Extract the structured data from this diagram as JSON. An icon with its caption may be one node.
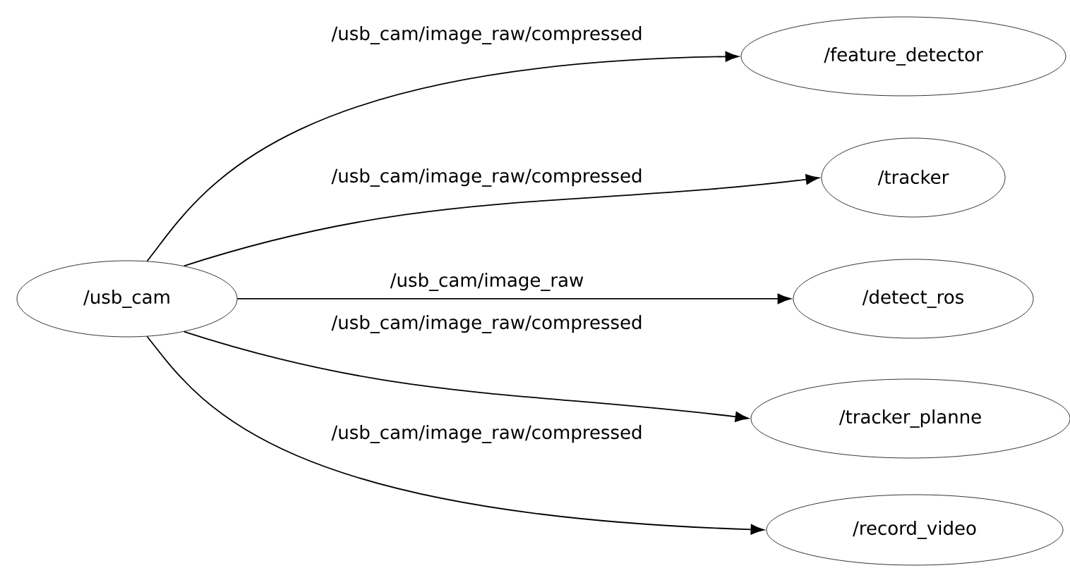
{
  "diagram": {
    "nodes": [
      {
        "text": [
          "/usb_cam"
        ]
      },
      {
        "text": [
          "/feature_detector"
        ]
      },
      {
        "text": [
          "/tracker"
        ]
      },
      {
        "text": [
          "/detect_ros"
        ]
      },
      {
        "text": [
          "/tracker_planne"
        ]
      },
      {
        "text": [
          "/record_video"
        ]
      }
    ],
    "edges": [
      {
        "from": 0,
        "to": 1,
        "arrow": "to",
        "label": "/usb_cam/image_raw/compressed"
      },
      {
        "from": 0,
        "to": 2,
        "arrow": "to",
        "label": "/usb_cam/image_raw/compressed"
      },
      {
        "from": 0,
        "to": 3,
        "arrow": "to",
        "label": "/usb_cam/image_raw"
      },
      {
        "from": 0,
        "to": 4,
        "arrow": "to",
        "label": "/usb_cam/image_raw/compressed"
      },
      {
        "from": 0,
        "to": 5,
        "arrow": "to",
        "label": "/usb_cam/image_raw/compressed"
      }
    ]
  }
}
